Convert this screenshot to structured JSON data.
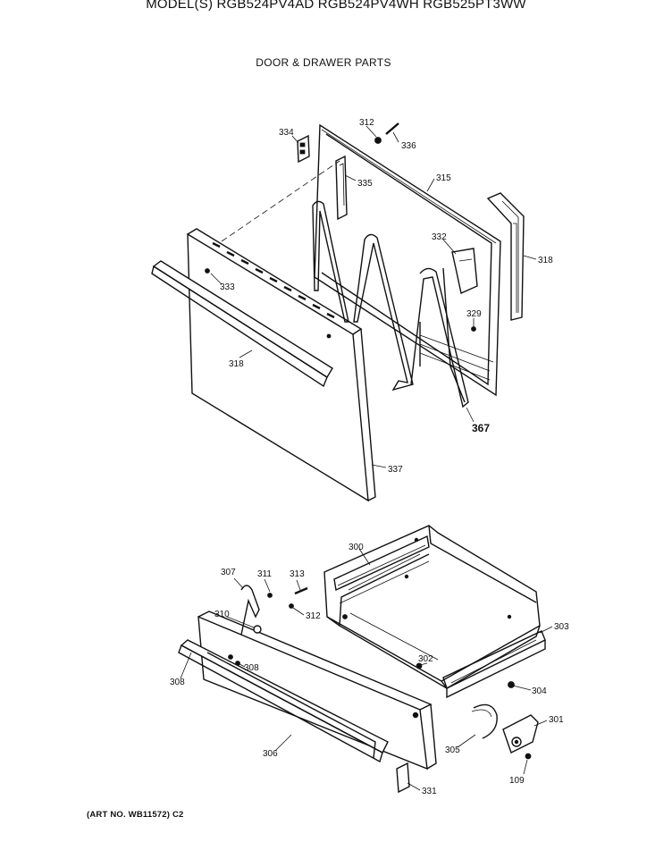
{
  "header": {
    "models": "MODEL(S) RGB524PV4AD  RGB524PV4WH  RGB525PT3WW",
    "section_title": "DOOR & DRAWER PARTS"
  },
  "footer": {
    "art_no": "(ART NO. WB11572) C2"
  },
  "door_labels": {
    "p334": "334",
    "p312a": "312",
    "p336": "336",
    "p335": "335",
    "p315": "315",
    "p332": "332",
    "p318a": "318",
    "p329": "329",
    "p333": "333",
    "p318b": "318",
    "p367": "367",
    "p337": "337"
  },
  "drawer_labels": {
    "p300": "300",
    "p307": "307",
    "p311": "311",
    "p313": "313",
    "p312b": "312",
    "p303": "303",
    "p310": "310",
    "p302": "302",
    "p308a": "308",
    "p308b": "308",
    "p304": "304",
    "p301": "301",
    "p305": "305",
    "p306": "306",
    "p109": "109",
    "p331": "331"
  }
}
